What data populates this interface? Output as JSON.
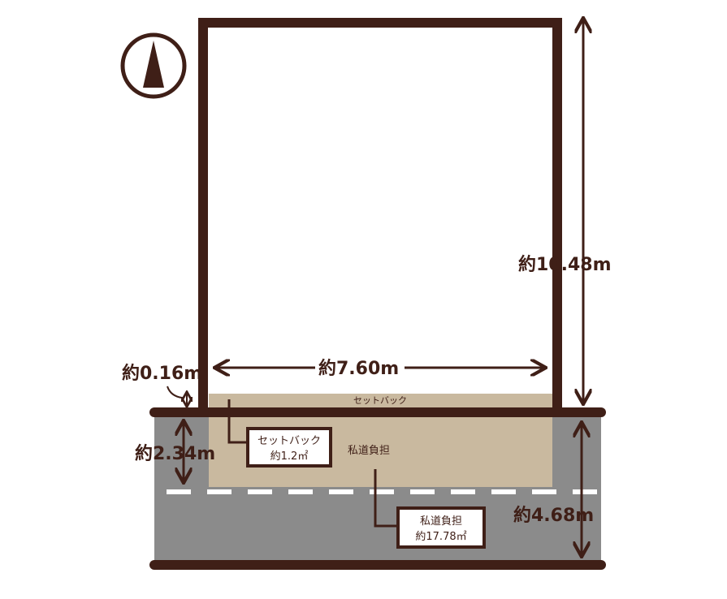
{
  "colors": {
    "line": "#3f1f17",
    "setback": "#c9b99f",
    "road": "#8b8b8b",
    "dash": "#ffffff",
    "background": "#ffffff"
  },
  "north_marker": {
    "icon": "north-arrow-icon"
  },
  "labels": {
    "depth": "約10.48m",
    "width": "約7.60m",
    "offset": "約0.16m",
    "private_road_depth": "約2.34m",
    "road_width": "約4.68m",
    "setback_strip": "セットバック",
    "private_road": "私道負担"
  },
  "callouts": {
    "setback": {
      "title": "セットバック",
      "area": "約1.2㎡"
    },
    "private_road": {
      "title": "私道負担",
      "area": "約17.78㎡"
    }
  }
}
